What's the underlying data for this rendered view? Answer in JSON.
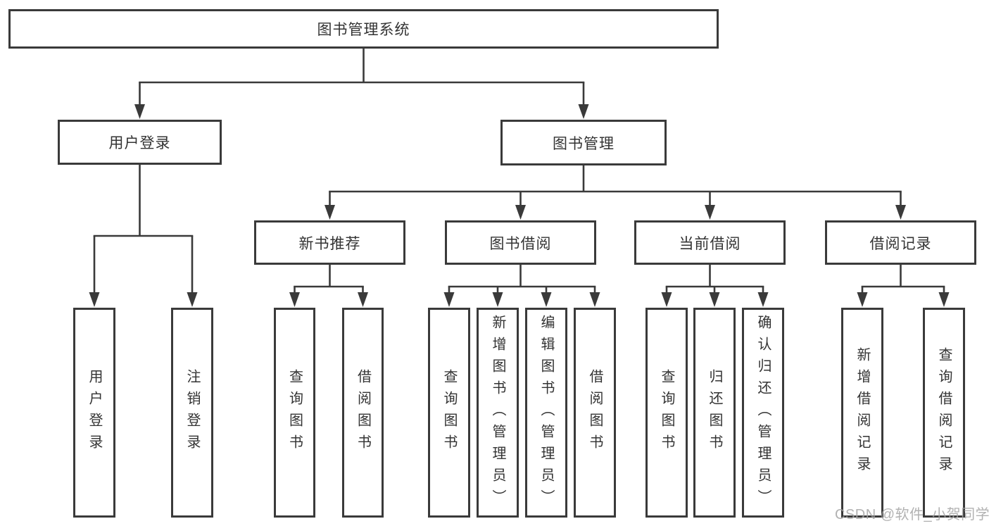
{
  "diagram": {
    "title": "图书管理系统",
    "nodes": [
      {
        "id": "root",
        "label": "图书管理系统",
        "type": "h"
      },
      {
        "id": "user-login",
        "label": "用户登录",
        "type": "h"
      },
      {
        "id": "book-mgmt",
        "label": "图书管理",
        "type": "h"
      },
      {
        "id": "new-book-rec",
        "label": "新书推荐",
        "type": "h"
      },
      {
        "id": "book-borrow",
        "label": "图书借阅",
        "type": "h"
      },
      {
        "id": "current-borrow",
        "label": "当前借阅",
        "type": "h"
      },
      {
        "id": "borrow-record",
        "label": "借阅记录",
        "type": "h"
      },
      {
        "id": "leaf-user-login",
        "label": "用户登录",
        "type": "v"
      },
      {
        "id": "leaf-logout",
        "label": "注销登录",
        "type": "v"
      },
      {
        "id": "leaf-nb-query",
        "label": "查询图书",
        "type": "v"
      },
      {
        "id": "leaf-nb-borrow",
        "label": "借阅图书",
        "type": "v"
      },
      {
        "id": "leaf-bb-query",
        "label": "查询图书",
        "type": "v"
      },
      {
        "id": "leaf-bb-add",
        "label": "新增图书（管理员）",
        "type": "v"
      },
      {
        "id": "leaf-bb-edit",
        "label": "编辑图书（管理员）",
        "type": "v"
      },
      {
        "id": "leaf-bb-borrow",
        "label": "借阅图书",
        "type": "v"
      },
      {
        "id": "leaf-cb-query",
        "label": "查询图书",
        "type": "v"
      },
      {
        "id": "leaf-cb-return",
        "label": "归还图书",
        "type": "v"
      },
      {
        "id": "leaf-cb-confirm",
        "label": "确认归还（管理员）",
        "type": "v"
      },
      {
        "id": "leaf-br-add",
        "label": "新增借阅记录",
        "type": "v"
      },
      {
        "id": "leaf-br-query",
        "label": "查询借阅记录",
        "type": "v"
      }
    ],
    "edges": [
      [
        "root",
        "user-login"
      ],
      [
        "root",
        "book-mgmt"
      ],
      [
        "user-login",
        "leaf-user-login"
      ],
      [
        "user-login",
        "leaf-logout"
      ],
      [
        "book-mgmt",
        "new-book-rec"
      ],
      [
        "book-mgmt",
        "book-borrow"
      ],
      [
        "book-mgmt",
        "current-borrow"
      ],
      [
        "book-mgmt",
        "borrow-record"
      ],
      [
        "new-book-rec",
        "leaf-nb-query"
      ],
      [
        "new-book-rec",
        "leaf-nb-borrow"
      ],
      [
        "book-borrow",
        "leaf-bb-query"
      ],
      [
        "book-borrow",
        "leaf-bb-add"
      ],
      [
        "book-borrow",
        "leaf-bb-edit"
      ],
      [
        "book-borrow",
        "leaf-bb-borrow"
      ],
      [
        "current-borrow",
        "leaf-cb-query"
      ],
      [
        "current-borrow",
        "leaf-cb-return"
      ],
      [
        "current-borrow",
        "leaf-cb-confirm"
      ],
      [
        "borrow-record",
        "leaf-br-add"
      ],
      [
        "borrow-record",
        "leaf-br-query"
      ]
    ]
  },
  "watermark": {
    "text": "CSDN @软件_小贺同学"
  },
  "colors": {
    "line": "#3a3a3a",
    "text": "#333333",
    "watermark": "#a4a4a4",
    "background": "#ffffff"
  }
}
